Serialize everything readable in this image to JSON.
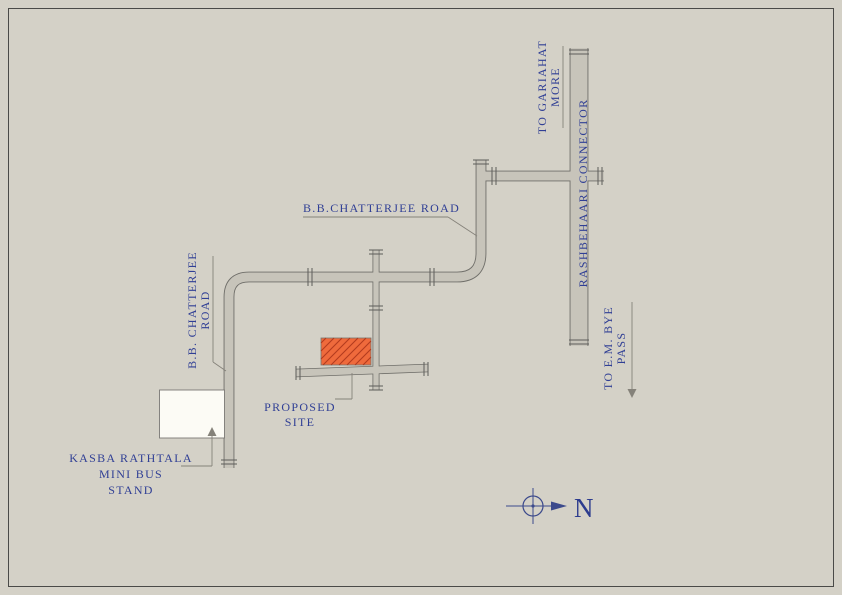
{
  "page": {
    "background": "#d4d1c7",
    "frame_color": "#4a4a48"
  },
  "colors": {
    "road_fill": "#c7c4ba",
    "road_edge": "#6f6e69",
    "label_text": "#303f95",
    "leader_line": "#85827a",
    "site_fill": "#ef6a3c",
    "site_hatch": "#b23b1e",
    "bus_stand_fill": "#fcfbf5",
    "compass": "#3c4a8c"
  },
  "labels": {
    "to_gariahat": {
      "line1": "TO GARIAHAT",
      "line2": "MORE"
    },
    "rashbehaari_connector": "RASHBEHAARI CONNECTOR",
    "to_em_bypass": {
      "line1": "TO E.M. BYE",
      "line2": "PASS"
    },
    "bb_chatterjee_top": "B.B.CHATTERJEE ROAD",
    "bb_chatterjee_left": {
      "line1": "B.B. CHATTERJEE",
      "line2": "ROAD"
    },
    "proposed_site": {
      "line1": "PROPOSED",
      "line2": "SITE"
    },
    "bus_stand": {
      "line1": "KASBA RATHTALA",
      "line2": "MINI BUS",
      "line3": "STAND"
    },
    "north": "N"
  }
}
